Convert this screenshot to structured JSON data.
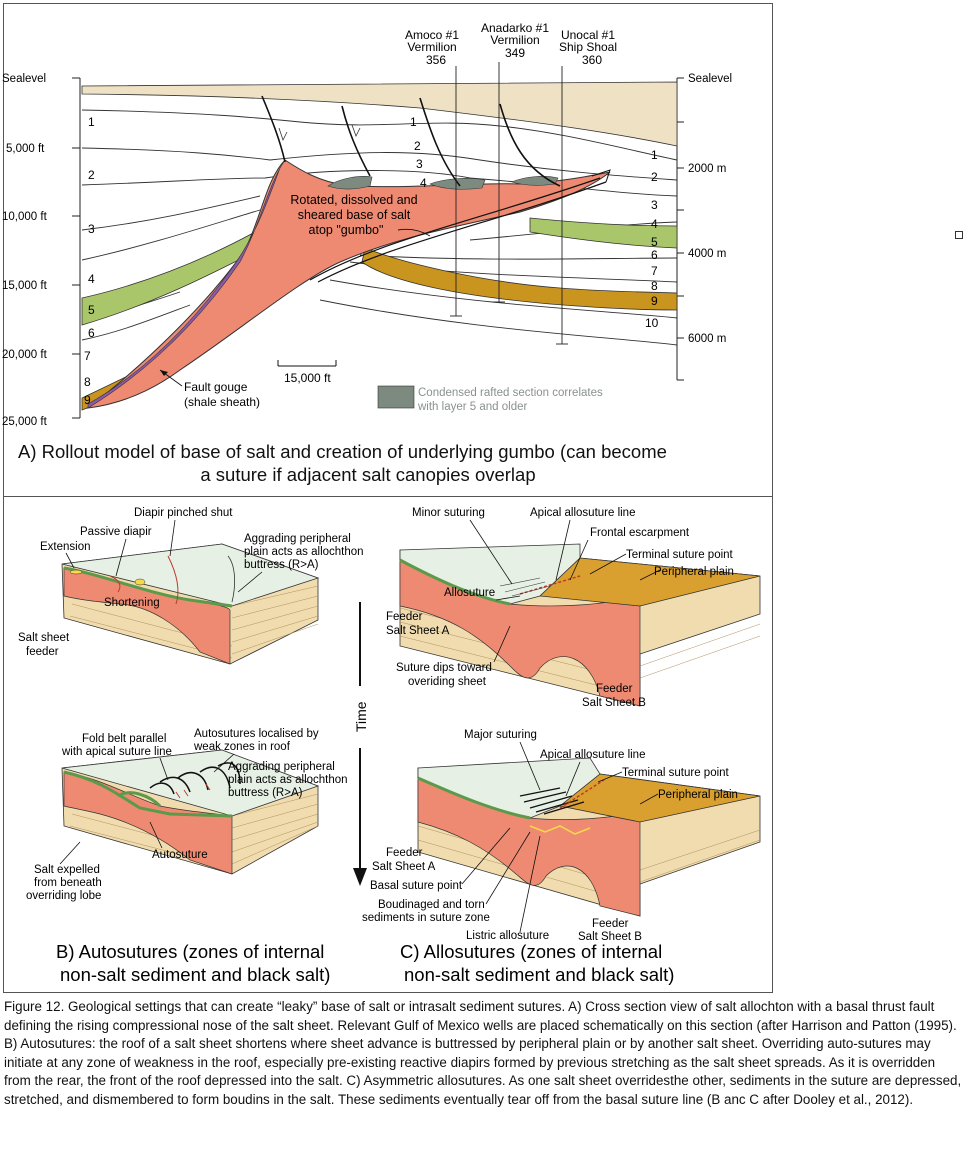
{
  "panel_a": {
    "wells": [
      {
        "line1": "Amoco #1",
        "line2": "Vermilion",
        "line3": "356"
      },
      {
        "line1": "Anadarko #1",
        "line2": "Vermilion",
        "line3": "349"
      },
      {
        "line1": "Unocal #1",
        "line2": "Ship Shoal",
        "line3": "360"
      }
    ],
    "left_axis": [
      "Sealevel",
      "5,000 ft",
      "10,000 ft",
      "15,000 ft",
      "20,000 ft",
      "25,000 ft"
    ],
    "right_axis": [
      "Sealevel",
      "2000 m",
      "4000 m",
      "6000 m"
    ],
    "left_layers": [
      "1",
      "2",
      "3",
      "4",
      "5",
      "6",
      "7",
      "8",
      "9"
    ],
    "right_layers": [
      "1",
      "2",
      "3",
      "4",
      "5",
      "6",
      "7",
      "8",
      "9",
      "10"
    ],
    "center_layers": [
      "1",
      "2",
      "3",
      "4"
    ],
    "salt_label": "Rotated, dissolved  and sheared base of salt atop \"gumbo\"",
    "salt_label_lines": [
      "Rotated, dissolved  and",
      "sheared base of salt",
      "atop \"gumbo\""
    ],
    "fault_gouge": [
      "Fault gouge",
      "(shale sheath)"
    ],
    "scale_bar": "15,000 ft",
    "legend_text": [
      "Condensed rafted section correlates",
      "with layer 5 and older"
    ],
    "title_lines": [
      "A)  Rollout model of base of salt and creation of underlying gumbo (can become",
      "a suture if adjacent salt canopies overlap"
    ]
  },
  "panel_b": {
    "labels": {
      "diapir_pinched": "Diapir pinched shut",
      "passive_diapir": "Passive diapir",
      "extension": "Extension",
      "aggrading1": "Aggrading peripheral",
      "aggrading2": "plain acts as allochthon",
      "aggrading3": "buttress (R>A)",
      "shortening": "Shortening",
      "feeder1": "Salt sheet",
      "feeder2": "feeder",
      "fold_belt1": "Fold belt parallel",
      "fold_belt2": "with apical suture line",
      "autosutures1": "Autosutures localised by",
      "autosutures2": "weak zones in roof",
      "aggrading_b1": "Aggrading peripheral",
      "aggrading_b2": "plain acts as allochthon",
      "aggrading_b3": "buttress (R>A)",
      "autosuture": "Autosuture",
      "expelled1": "Salt expelled",
      "expelled2": "from beneath",
      "expelled3": "overriding lobe"
    },
    "title_lines": [
      "B) Autosutures (zones of internal",
      "non-salt sediment and black salt)"
    ]
  },
  "time_label": "Time",
  "panel_c": {
    "labels": {
      "minor": "Minor suturing",
      "apical": "Apical allosuture line",
      "frontal": "Frontal escarpment",
      "terminal": "Terminal suture point",
      "peripheral": "Peripheral plain",
      "allosuture": "Allosuture",
      "feeder_a1": "Feeder",
      "feeder_a2": "Salt Sheet A",
      "suture_dips1": "Suture dips toward",
      "suture_dips2": "overiding sheet",
      "feeder_b1": "Feeder",
      "feeder_b2": "Salt Sheet B",
      "major": "Major suturing",
      "apical2": "Apical allosuture line",
      "terminal2": "Terminal suture point",
      "peripheral2": "Peripheral plain",
      "feeder_a3": "Feeder",
      "feeder_a4": "Salt Sheet A",
      "basal": "Basal suture  point",
      "boudinaged1": "Boudinaged and torn",
      "boudinaged2": "sediments in suture zone",
      "listric": "Listric allosuture",
      "feeder_b3": "Feeder",
      "feeder_b4": "Salt Sheet B"
    },
    "title_lines": [
      "C) Allosutures (zones of internal",
      "non-salt sediment and black salt)"
    ]
  },
  "caption": "Figure 12. Geological settings that can create “leaky” base of salt or intrasalt sediment sutures. A) Cross section view of salt allochton with a basal thrust fault defining the rising compressional nose of the salt sheet. Relevant Gulf of Mexico wells are placed schematically on this section (after Harrison and Patton (1995). B) Autosutures: the roof of a salt sheet shortens where sheet advance is buttressed by peripheral plain or by another salt sheet. Overriding auto-sutures may initiate at any zone of weakness in the roof, especially pre-existing reactive diapirs formed by previous stretching as the salt sheet spreads. As it is overridden from the rear, the front of the roof depressed into the salt. C) Asymmetric allosutures. As one salt sheet overridesthe other, sediments in the suture are depressed, stretched, and dismembered to form boudins in the salt. These sediments eventually tear off from the basal suture line (B anc C after Dooley et al., 2012).",
  "colors": {
    "salt": "#ef8a72",
    "green_layer": "#a9c66a",
    "gold_layer": "#c9951e",
    "seafloor": "#efe2c4",
    "rafted": "#7d8a80",
    "purple": "#8a5aa8",
    "roof_green": "#5a9a4a",
    "sed_beige": "#f0dcae",
    "peripheral": "#d9a030",
    "top_surface": "#e6f0e4"
  }
}
